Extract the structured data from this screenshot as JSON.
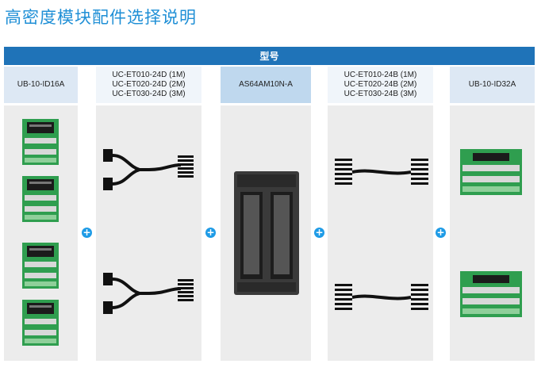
{
  "title": "高密度模块配件选择说明",
  "header": {
    "label": "型号"
  },
  "columns": [
    {
      "lines": [
        "UB-10-ID16A"
      ]
    },
    {
      "lines": [
        "UC-ET010-24D (1M)",
        "UC-ET020-24D (2M)",
        "UC-ET030-24D (3M)"
      ]
    },
    {
      "lines": [
        "AS64AM10N-A"
      ]
    },
    {
      "lines": [
        "UC-ET010-24B (1M)",
        "UC-ET020-24B (2M)",
        "UC-ET030-24B (3M)"
      ]
    },
    {
      "lines": [
        "UB-10-ID32A"
      ]
    }
  ],
  "plus_symbol": "+",
  "colors": {
    "title": "#1f8fd6",
    "header_bar": "#1f73b8",
    "plus": "#1e9be6",
    "board_green": "#2f9e4f"
  }
}
